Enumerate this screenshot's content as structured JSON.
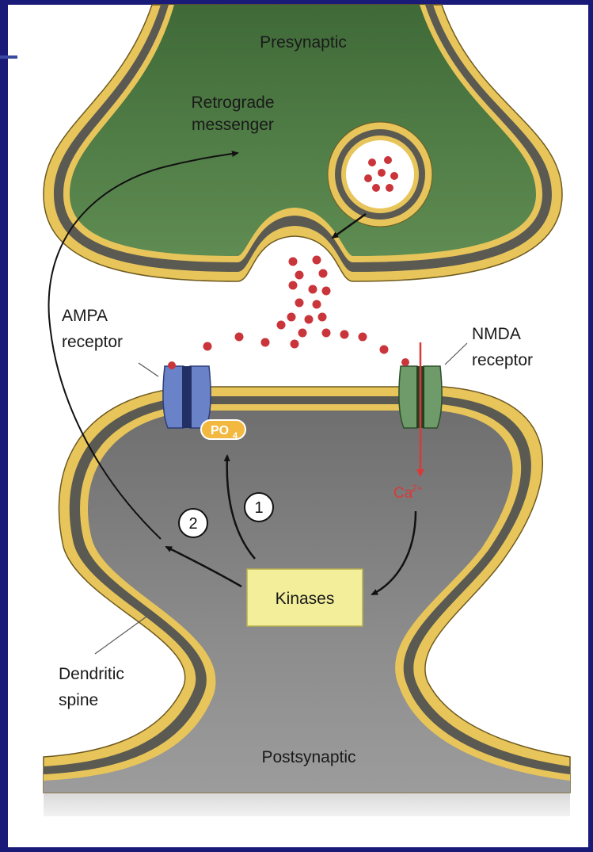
{
  "diagram": {
    "top_label": "Presynaptic",
    "bottom_label": "Postsynaptic",
    "retrograde_line1": "Retrograde",
    "retrograde_line2": "messenger",
    "ampa_line1": "AMPA",
    "ampa_line2": "receptor",
    "nmda_line1": "NMDA",
    "nmda_line2": "receptor",
    "spine_line1": "Dendritic",
    "spine_line2": "spine",
    "kinases": "Kinases",
    "phosphate": "PO",
    "phosphate_sub": "4",
    "calcium": "Ca",
    "calcium_sup": "2+",
    "step1": "1",
    "step2": "2"
  },
  "colors": {
    "frame": "#1a1a78",
    "presynaptic_fill": "#4f7a46",
    "postsynaptic_fill": "#8a8a8a",
    "membrane_outer": "#e8c55a",
    "membrane_inner": "#5a5a52",
    "neurotransmitter": "#c9353a",
    "ampa": "#6a82c8",
    "nmda": "#6f9a6a",
    "kinase_box": "#f2ee9a",
    "calcium": "#d83a3a"
  }
}
